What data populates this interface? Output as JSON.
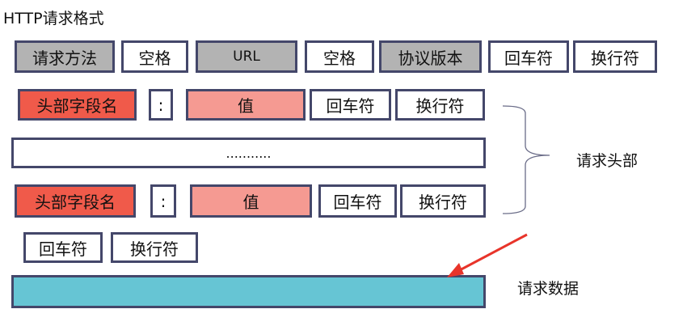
{
  "title": "HTTP请求格式",
  "request_line": [
    "请求方法",
    "空格",
    "URL",
    "空格",
    "协议版本",
    "回车符",
    "换行符"
  ],
  "header_line_1": {
    "name": "头部字段名",
    "colon": ":",
    "value": "值",
    "cr": "回车符",
    "lf": "换行符"
  },
  "ellipsis": "...........",
  "header_line_2": {
    "name": "头部字段名",
    "colon": ":",
    "value": "值",
    "cr": "回车符",
    "lf": "换行符"
  },
  "blank_line": {
    "cr": "回车符",
    "lf": "换行符"
  },
  "labels": {
    "headers": "请求头部",
    "body": "请求数据"
  },
  "colors": {
    "border": "#44476a",
    "gray": "#b3b3b3",
    "red": "#f05a4a",
    "pink": "#f59a92",
    "teal": "#66c5d4",
    "arrow": "#e8342a"
  }
}
